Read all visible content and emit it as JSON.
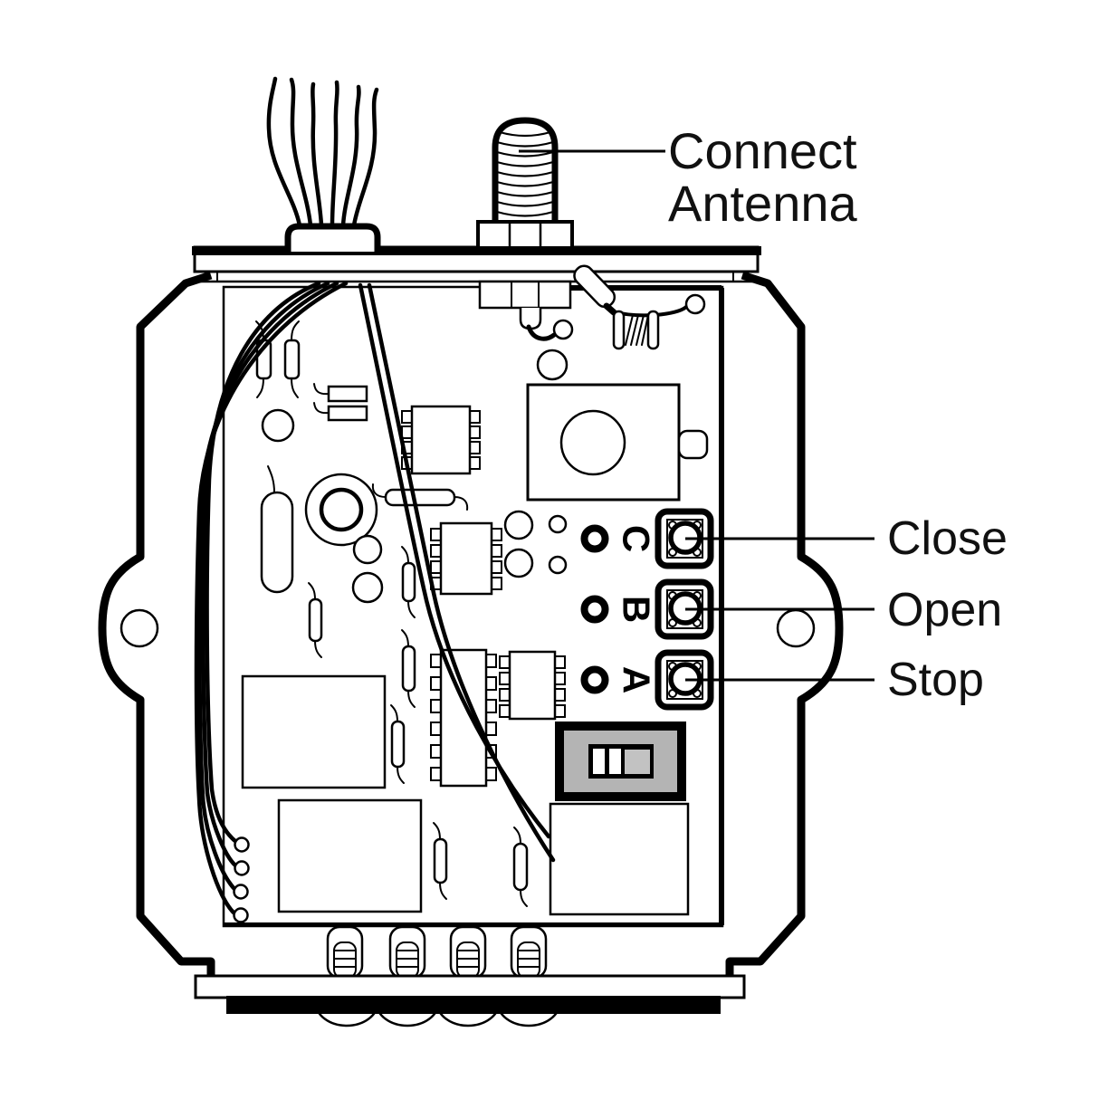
{
  "callouts": {
    "antenna": {
      "line1": "Connect",
      "line2": "Antenna"
    },
    "close": "Close",
    "open": "Open",
    "stop": "Stop"
  },
  "board": {
    "buttons": [
      {
        "letter": "C",
        "function": "Close"
      },
      {
        "letter": "B",
        "function": "Open"
      },
      {
        "letter": "A",
        "function": "Stop"
      }
    ]
  },
  "colors": {
    "line": "#000000",
    "background": "#ffffff",
    "text": "#111111",
    "dip_panel_gray": "#b4b4b4",
    "dip_slider_gray": "#c2c2c2"
  }
}
